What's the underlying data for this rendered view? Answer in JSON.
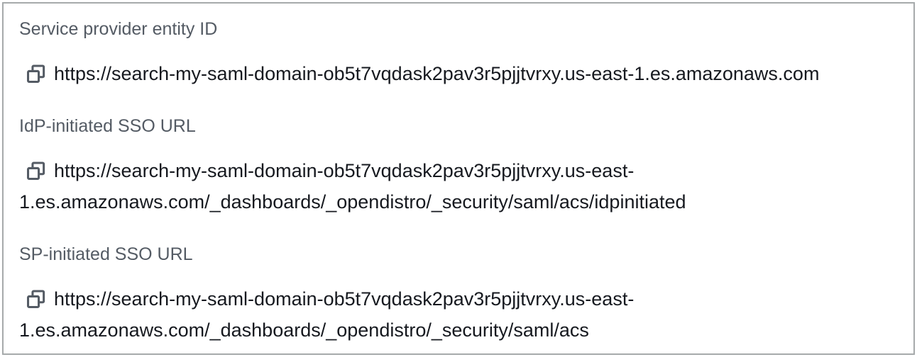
{
  "panel": {
    "fields": [
      {
        "label": "Service provider entity ID",
        "value": "https://search-my-saml-domain-ob5t7vqdask2pav3r5pjjtvrxy.us-east-1.es.amazonaws.com"
      },
      {
        "label": "IdP-initiated SSO URL",
        "value": "https://search-my-saml-domain-ob5t7vqdask2pav3r5pjjtvrxy.us-east-1.es.amazonaws.com/_dashboards/_opendistro/_security/saml/acs/idpinitiated"
      },
      {
        "label": "SP-initiated SSO URL",
        "value": "https://search-my-saml-domain-ob5t7vqdask2pav3r5pjjtvrxy.us-east-1.es.amazonaws.com/_dashboards/_opendistro/_security/saml/acs"
      }
    ],
    "icons": {
      "copy": "copy-icon"
    },
    "colors": {
      "label_text": "#545b64",
      "value_text": "#16191f",
      "icon": "#545b64",
      "border": "#a6aaab",
      "background": "#ffffff"
    }
  }
}
